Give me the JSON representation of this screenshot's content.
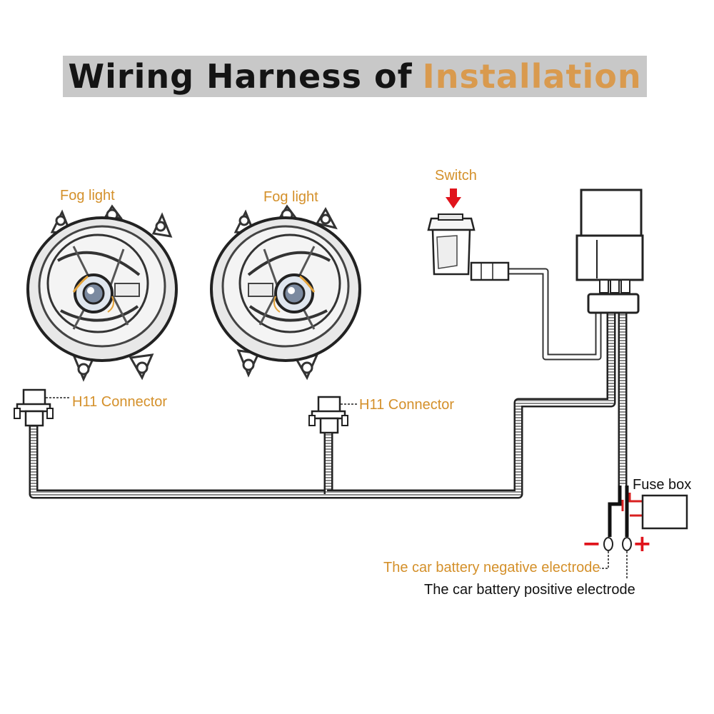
{
  "title": {
    "part1": "Wiring Harness of",
    "part2": "Installation"
  },
  "labels": {
    "fog_light_left": "Fog light",
    "fog_light_right": "Fog light",
    "switch": "Switch",
    "h11_left": "H11 Connector",
    "h11_right": "H11 Connector",
    "fuse_box": "Fuse box",
    "negative_sign": "−",
    "positive_sign": "+",
    "battery_negative": "The car battery negative electrode",
    "battery_positive": "The car battery positive electrode"
  },
  "colors": {
    "banner_bg": "#c8c8c8",
    "title_dark": "#141414",
    "title_accent": "#d99a4e",
    "label_orange": "#d4902a",
    "label_black": "#111111",
    "arrow_red": "#e0141c",
    "wire_red": "#d92020"
  }
}
